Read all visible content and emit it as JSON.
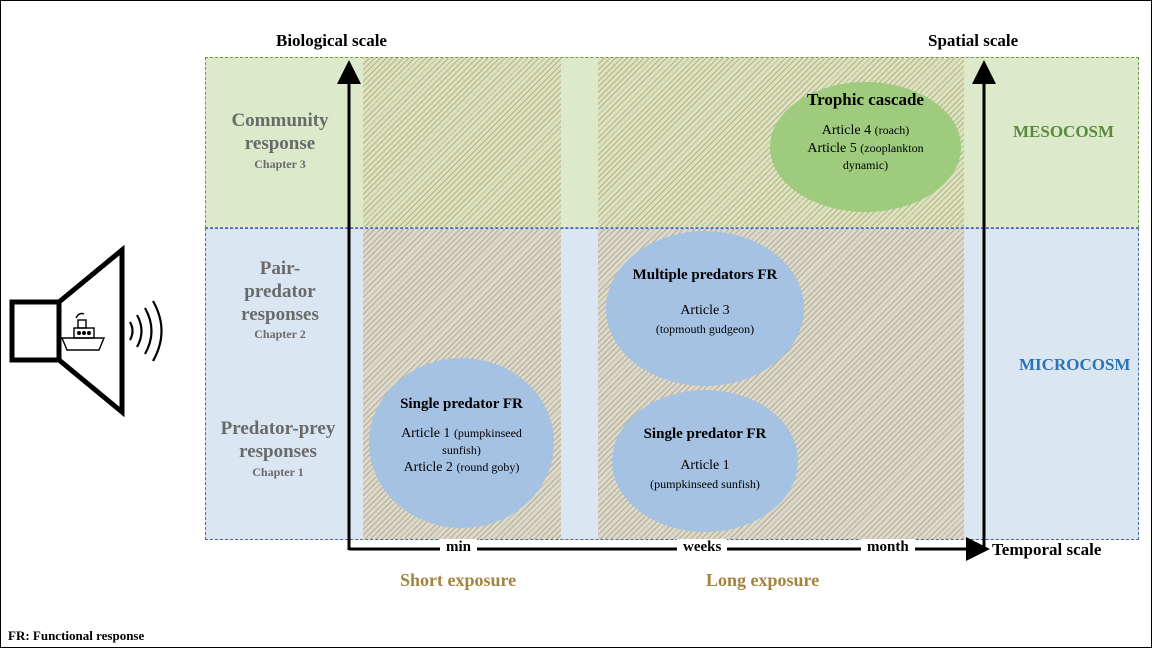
{
  "axes": {
    "biological_scale": "Biological scale",
    "spatial_scale": "Spatial scale",
    "temporal_scale": "Temporal scale",
    "ticks": [
      "min",
      "weeks",
      "month"
    ]
  },
  "exposure": {
    "short": "Short exposure",
    "long": "Long exposure"
  },
  "scales": {
    "mesocosm": "MESOCOSM",
    "microcosm": "MICROCOSM"
  },
  "rows": [
    {
      "title_line1": "Community",
      "title_line2": "response",
      "chapter": "Chapter 3"
    },
    {
      "title_line1": "Pair-",
      "title_line2": "predator",
      "title_line3": "responses",
      "chapter": "Chapter 2"
    },
    {
      "title_line1": "Predator-prey",
      "title_line2": "responses",
      "chapter": "Chapter 1"
    }
  ],
  "bubbles": {
    "trophic": {
      "title": "Trophic cascade",
      "art4": "Article 4",
      "art4_note": "(roach)",
      "art5": "Article 5",
      "art5_note": "(zooplankton",
      "art5_note2": "dynamic)"
    },
    "multiple": {
      "title": "Multiple predators FR",
      "art": "Article 3",
      "note": "(topmouth gudgeon)"
    },
    "single_short": {
      "title": "Single predator FR",
      "art1": "Article 1",
      "art1_note": "(pumpkinseed",
      "art1_note2": "sunfish)",
      "art2": "Article 2",
      "art2_note": "(round goby)"
    },
    "single_long": {
      "title": "Single predator FR",
      "art": "Article 1",
      "note": "(pumpkinseed sunfish)"
    }
  },
  "footnote": "FR: Functional response",
  "colors": {
    "meso_band": "#dce9ca",
    "micro_band": "#dbe6f3",
    "mesocosm_text": "#5a8a3a",
    "microcosm_text": "#2e74b5",
    "exposure_text": "#a3843f",
    "bubble_blue": "#a5c2e3",
    "bubble_green": "#9ecb7d"
  }
}
